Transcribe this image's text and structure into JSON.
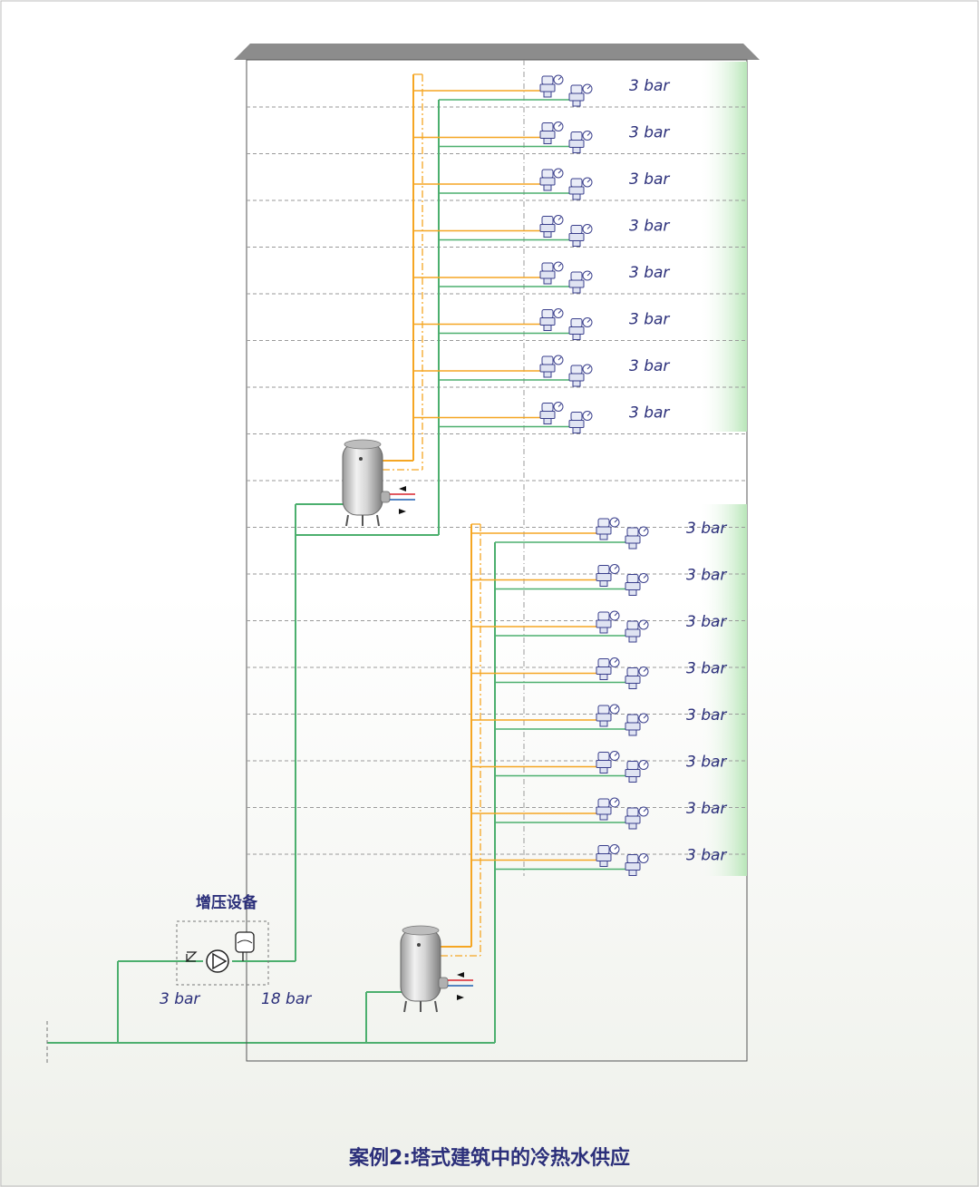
{
  "title": "案例2:塔式建筑中的冷热水供应",
  "booster": {
    "label": "增压设备",
    "inlet_pressure": "3 bar",
    "outlet_pressure": "18 bar"
  },
  "upper_zone": {
    "floor_pressures": [
      "3 bar",
      "3 bar",
      "3 bar",
      "3 bar",
      "3 bar",
      "3 bar",
      "3 bar",
      "3 bar"
    ]
  },
  "lower_zone": {
    "floor_pressures": [
      "3 bar",
      "3 bar",
      "3 bar",
      "3 bar",
      "3 bar",
      "3 bar",
      "3 bar",
      "3 bar"
    ]
  },
  "icons": {
    "pressure_reducing_valve": "pressure-reducing-valve-icon",
    "water_heater": "water-heater-icon",
    "pump": "pump-icon",
    "expansion_vessel": "expansion-vessel-icon"
  },
  "colors": {
    "hot_water": "#f5a623",
    "cold_water": "#4caf6e",
    "circulation": "#f5a623",
    "label": "#2b2f7a",
    "roof": "#8a8a8a",
    "pressure_zone": "#b8e6b8"
  }
}
